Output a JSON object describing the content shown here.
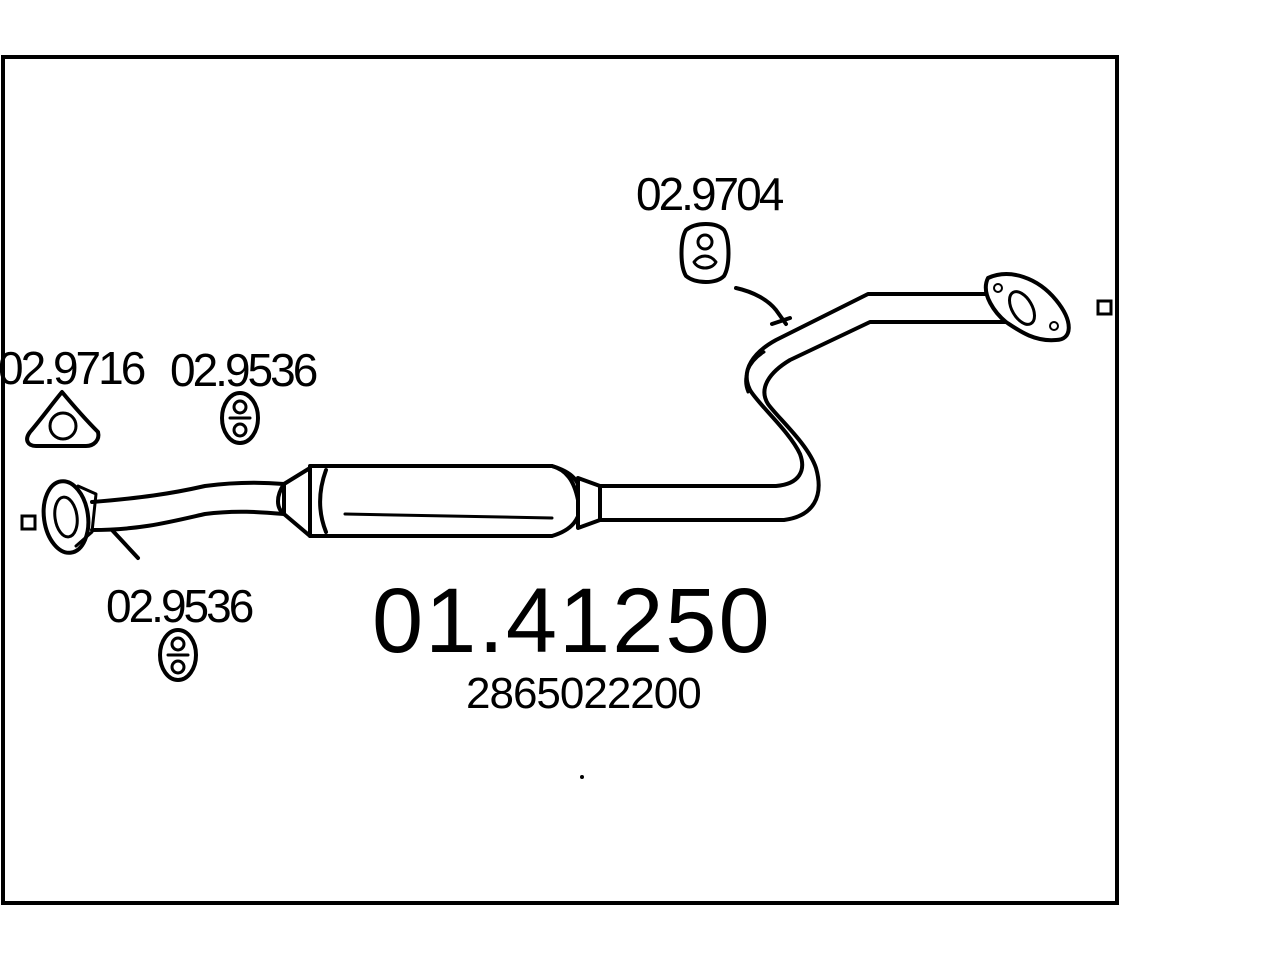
{
  "diagram": {
    "main_part_number": "01.41250",
    "oem_number": "2865022200",
    "parts": [
      {
        "id": "gasket-left",
        "number": "02.9716",
        "icon": "triangle-gasket-icon"
      },
      {
        "id": "hanger-upper-left",
        "number": "02.9536",
        "icon": "rubber-hanger-icon"
      },
      {
        "id": "hanger-lower-left",
        "number": "02.9536",
        "icon": "rubber-hanger-icon"
      },
      {
        "id": "hanger-right",
        "number": "02.9704",
        "icon": "rubber-hanger-icon"
      }
    ]
  }
}
